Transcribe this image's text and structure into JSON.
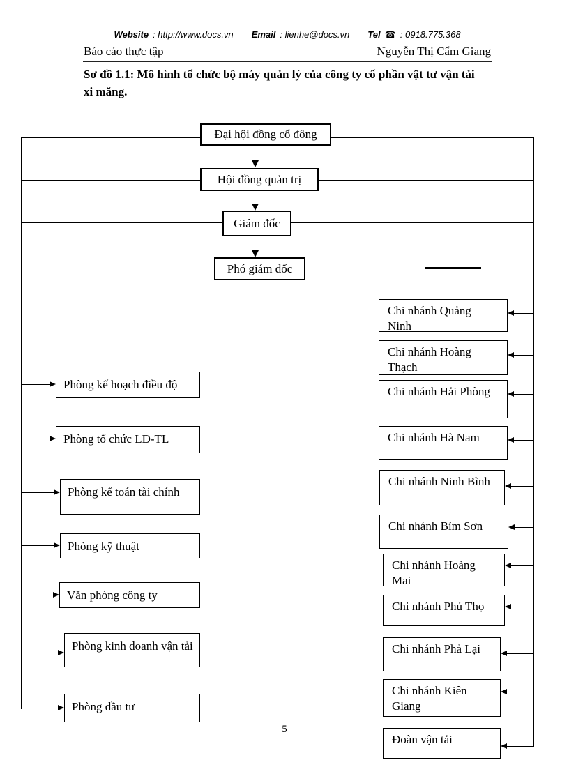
{
  "header": {
    "website_label": "Website",
    "website_value": ": http://www.docs.vn",
    "email_label": "Email",
    "email_value": ": lienhe@docs.vn",
    "tel_label": "Tel",
    "phone_icon": "☎",
    "tel_value": ": 0918.775.368",
    "doc_type": "Báo cáo thực tập",
    "author": "Nguyễn Thị Cẩm Giang"
  },
  "figure_title": "Sơ đồ 1.1: Mô hình tổ chức bộ máy quản lý của công ty cổ phần vật tư vận tải xi măng.",
  "page_number": "5",
  "org_chart": {
    "hierarchy": [
      "Đại hội đồng cổ đông",
      "Hội đồng quản trị",
      "Giám đốc",
      "Phó giám đốc"
    ],
    "departments": [
      "Phòng kế hoạch điều độ",
      "Phòng tổ chức LĐ-TL",
      "Phòng kế toán tài chính",
      "Phòng kỹ thuật",
      "Văn phòng công ty",
      "Phòng kinh doanh vận tải",
      "Phòng đầu tư"
    ],
    "branches": [
      "Chi nhánh Quảng Ninh",
      "Chi nhánh Hoàng Thạch",
      "Chi nhánh Hải Phòng",
      "Chi nhánh Hà Nam",
      "Chi nhánh Ninh Bình",
      "Chi nhánh Bỉm Sơn",
      "Chi nhánh Hoàng Mai",
      "Chi nhánh Phú Thọ",
      "Chi nhánh Phả Lại",
      "Chi nhánh Kiên Giang",
      "Đoàn vận tải"
    ]
  },
  "colors": {
    "line": "#000000",
    "text": "#000000",
    "background": "#ffffff"
  }
}
